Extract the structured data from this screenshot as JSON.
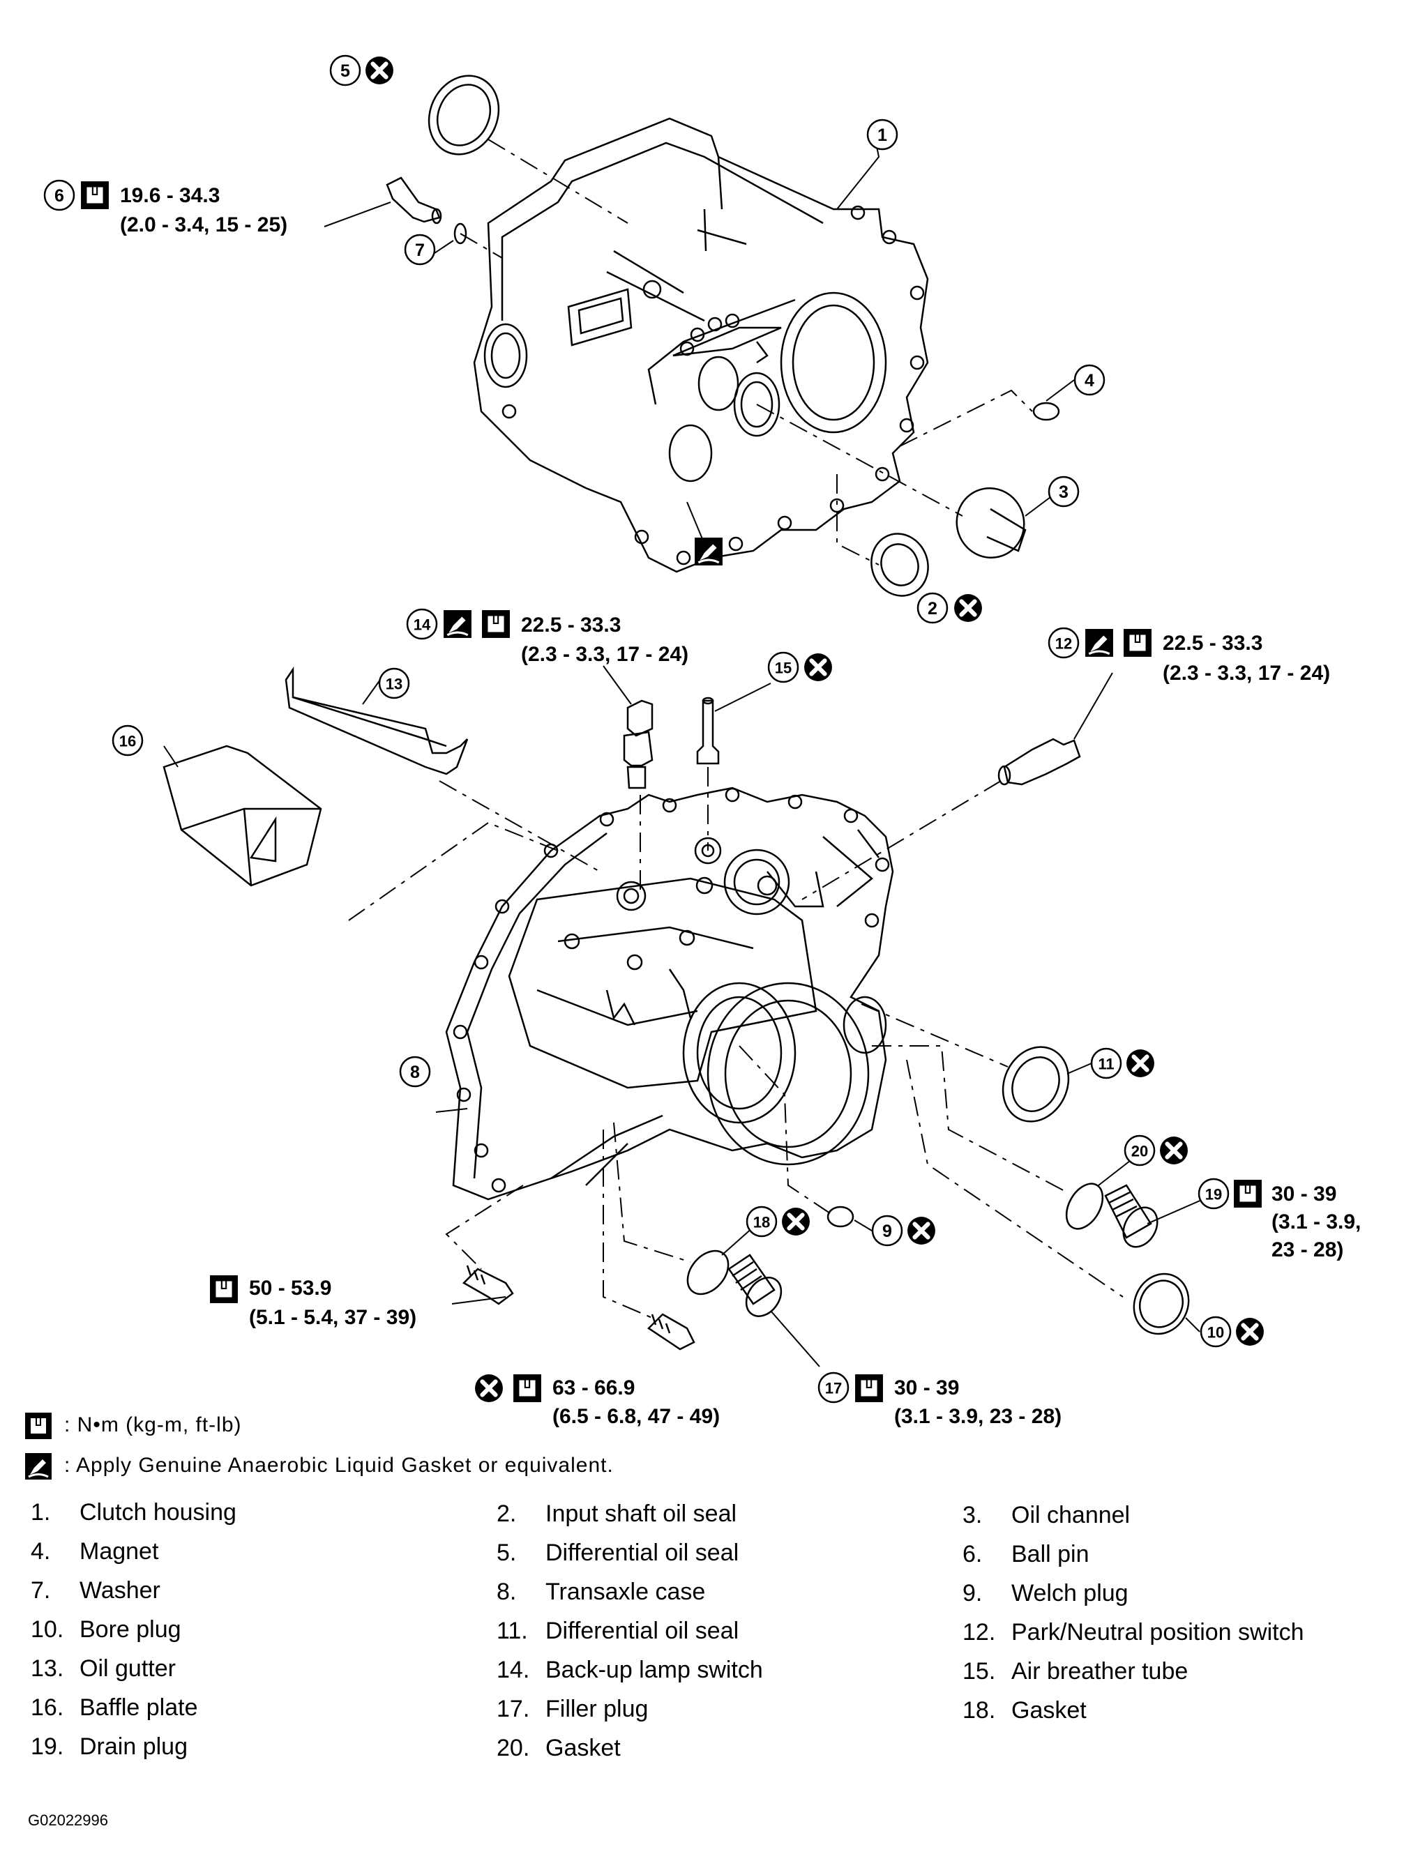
{
  "torque_labels": {
    "p6": {
      "num": "6",
      "line1": "19.6 - 34.3",
      "line2": "(2.0 - 3.4, 15 - 25)"
    },
    "p14": {
      "num": "14",
      "line1": "22.5 - 33.3",
      "line2": "(2.3 - 3.3, 17 - 24)"
    },
    "p12": {
      "num": "12",
      "line1": "22.5 - 33.3",
      "line2": "(2.3 - 3.3, 17 - 24)"
    },
    "p19": {
      "num": "19",
      "line1": "30 - 39",
      "line2": "(3.1 - 3.9,",
      "line3": "23 - 28)"
    },
    "bolt_a": {
      "line1": "50 - 53.9",
      "line2": "(5.1 - 5.4, 37 - 39)"
    },
    "bolt_b": {
      "line1": "63 - 66.9",
      "line2": "(6.5 - 6.8, 47 - 49)"
    },
    "p17": {
      "num": "17",
      "line1": "30 - 39",
      "line2": "(3.1 - 3.9, 23 - 28)"
    }
  },
  "callouts": [
    "1",
    "2",
    "3",
    "4",
    "5",
    "7",
    "8",
    "9",
    "10",
    "11",
    "13",
    "15",
    "16",
    "18",
    "20"
  ],
  "legend": {
    "torque": ": N•m (kg-m, ft-lb)",
    "gasket": ": Apply Genuine Anaerobic Liquid Gasket or equivalent."
  },
  "parts": [
    {
      "n": "1.",
      "name": "Clutch housing"
    },
    {
      "n": "2.",
      "name": "Input shaft oil seal"
    },
    {
      "n": "3.",
      "name": "Oil channel"
    },
    {
      "n": "4.",
      "name": "Magnet"
    },
    {
      "n": "5.",
      "name": "Differential oil seal"
    },
    {
      "n": "6.",
      "name": "Ball pin"
    },
    {
      "n": "7.",
      "name": "Washer"
    },
    {
      "n": "8.",
      "name": "Transaxle case"
    },
    {
      "n": "9.",
      "name": "Welch plug"
    },
    {
      "n": "10.",
      "name": "Bore plug"
    },
    {
      "n": "11.",
      "name": "Differential oil seal"
    },
    {
      "n": "12.",
      "name": "Park/Neutral position switch"
    },
    {
      "n": "13.",
      "name": "Oil gutter"
    },
    {
      "n": "14.",
      "name": "Back-up lamp switch"
    },
    {
      "n": "15.",
      "name": "Air breather tube"
    },
    {
      "n": "16.",
      "name": "Baffle plate"
    },
    {
      "n": "17.",
      "name": "Filler plug"
    },
    {
      "n": "18.",
      "name": "Gasket"
    },
    {
      "n": "19.",
      "name": "Drain plug"
    },
    {
      "n": "20.",
      "name": "Gasket"
    }
  ],
  "figure_id": "G02022996",
  "icons": [
    "torque-wrench-icon",
    "liquid-gasket-icon",
    "do-not-reuse-icon"
  ]
}
